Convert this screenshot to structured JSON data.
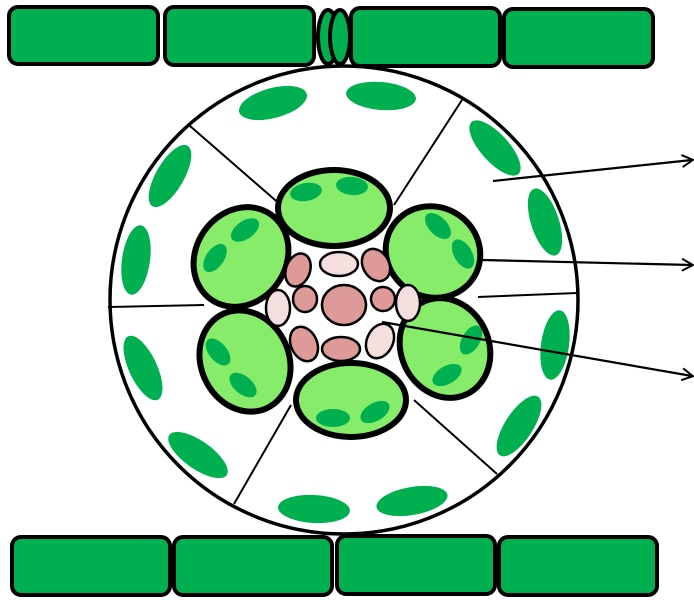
{
  "diagram": {
    "type": "leaf cross-section (Kranz anatomy)",
    "colors": {
      "epidermis_fill": "#00b050",
      "mesophyll_chloroplast": "#00b050",
      "bundle_sheath_fill": "#86ec6a",
      "bundle_sheath_chloroplast": "#00b050",
      "vascular_dark": "#de9a98",
      "vascular_light": "#f4dede",
      "background": "#ffffff",
      "outline": "#000000"
    },
    "counts": {
      "upper_epidermis_cells": 4,
      "lower_epidermis_cells": 4,
      "stomata": 1,
      "mesophyll_sectors": 6,
      "bundle_sheath_cells": 6,
      "vascular_cells": 11,
      "pointer_arrows": 3
    },
    "labels": []
  }
}
